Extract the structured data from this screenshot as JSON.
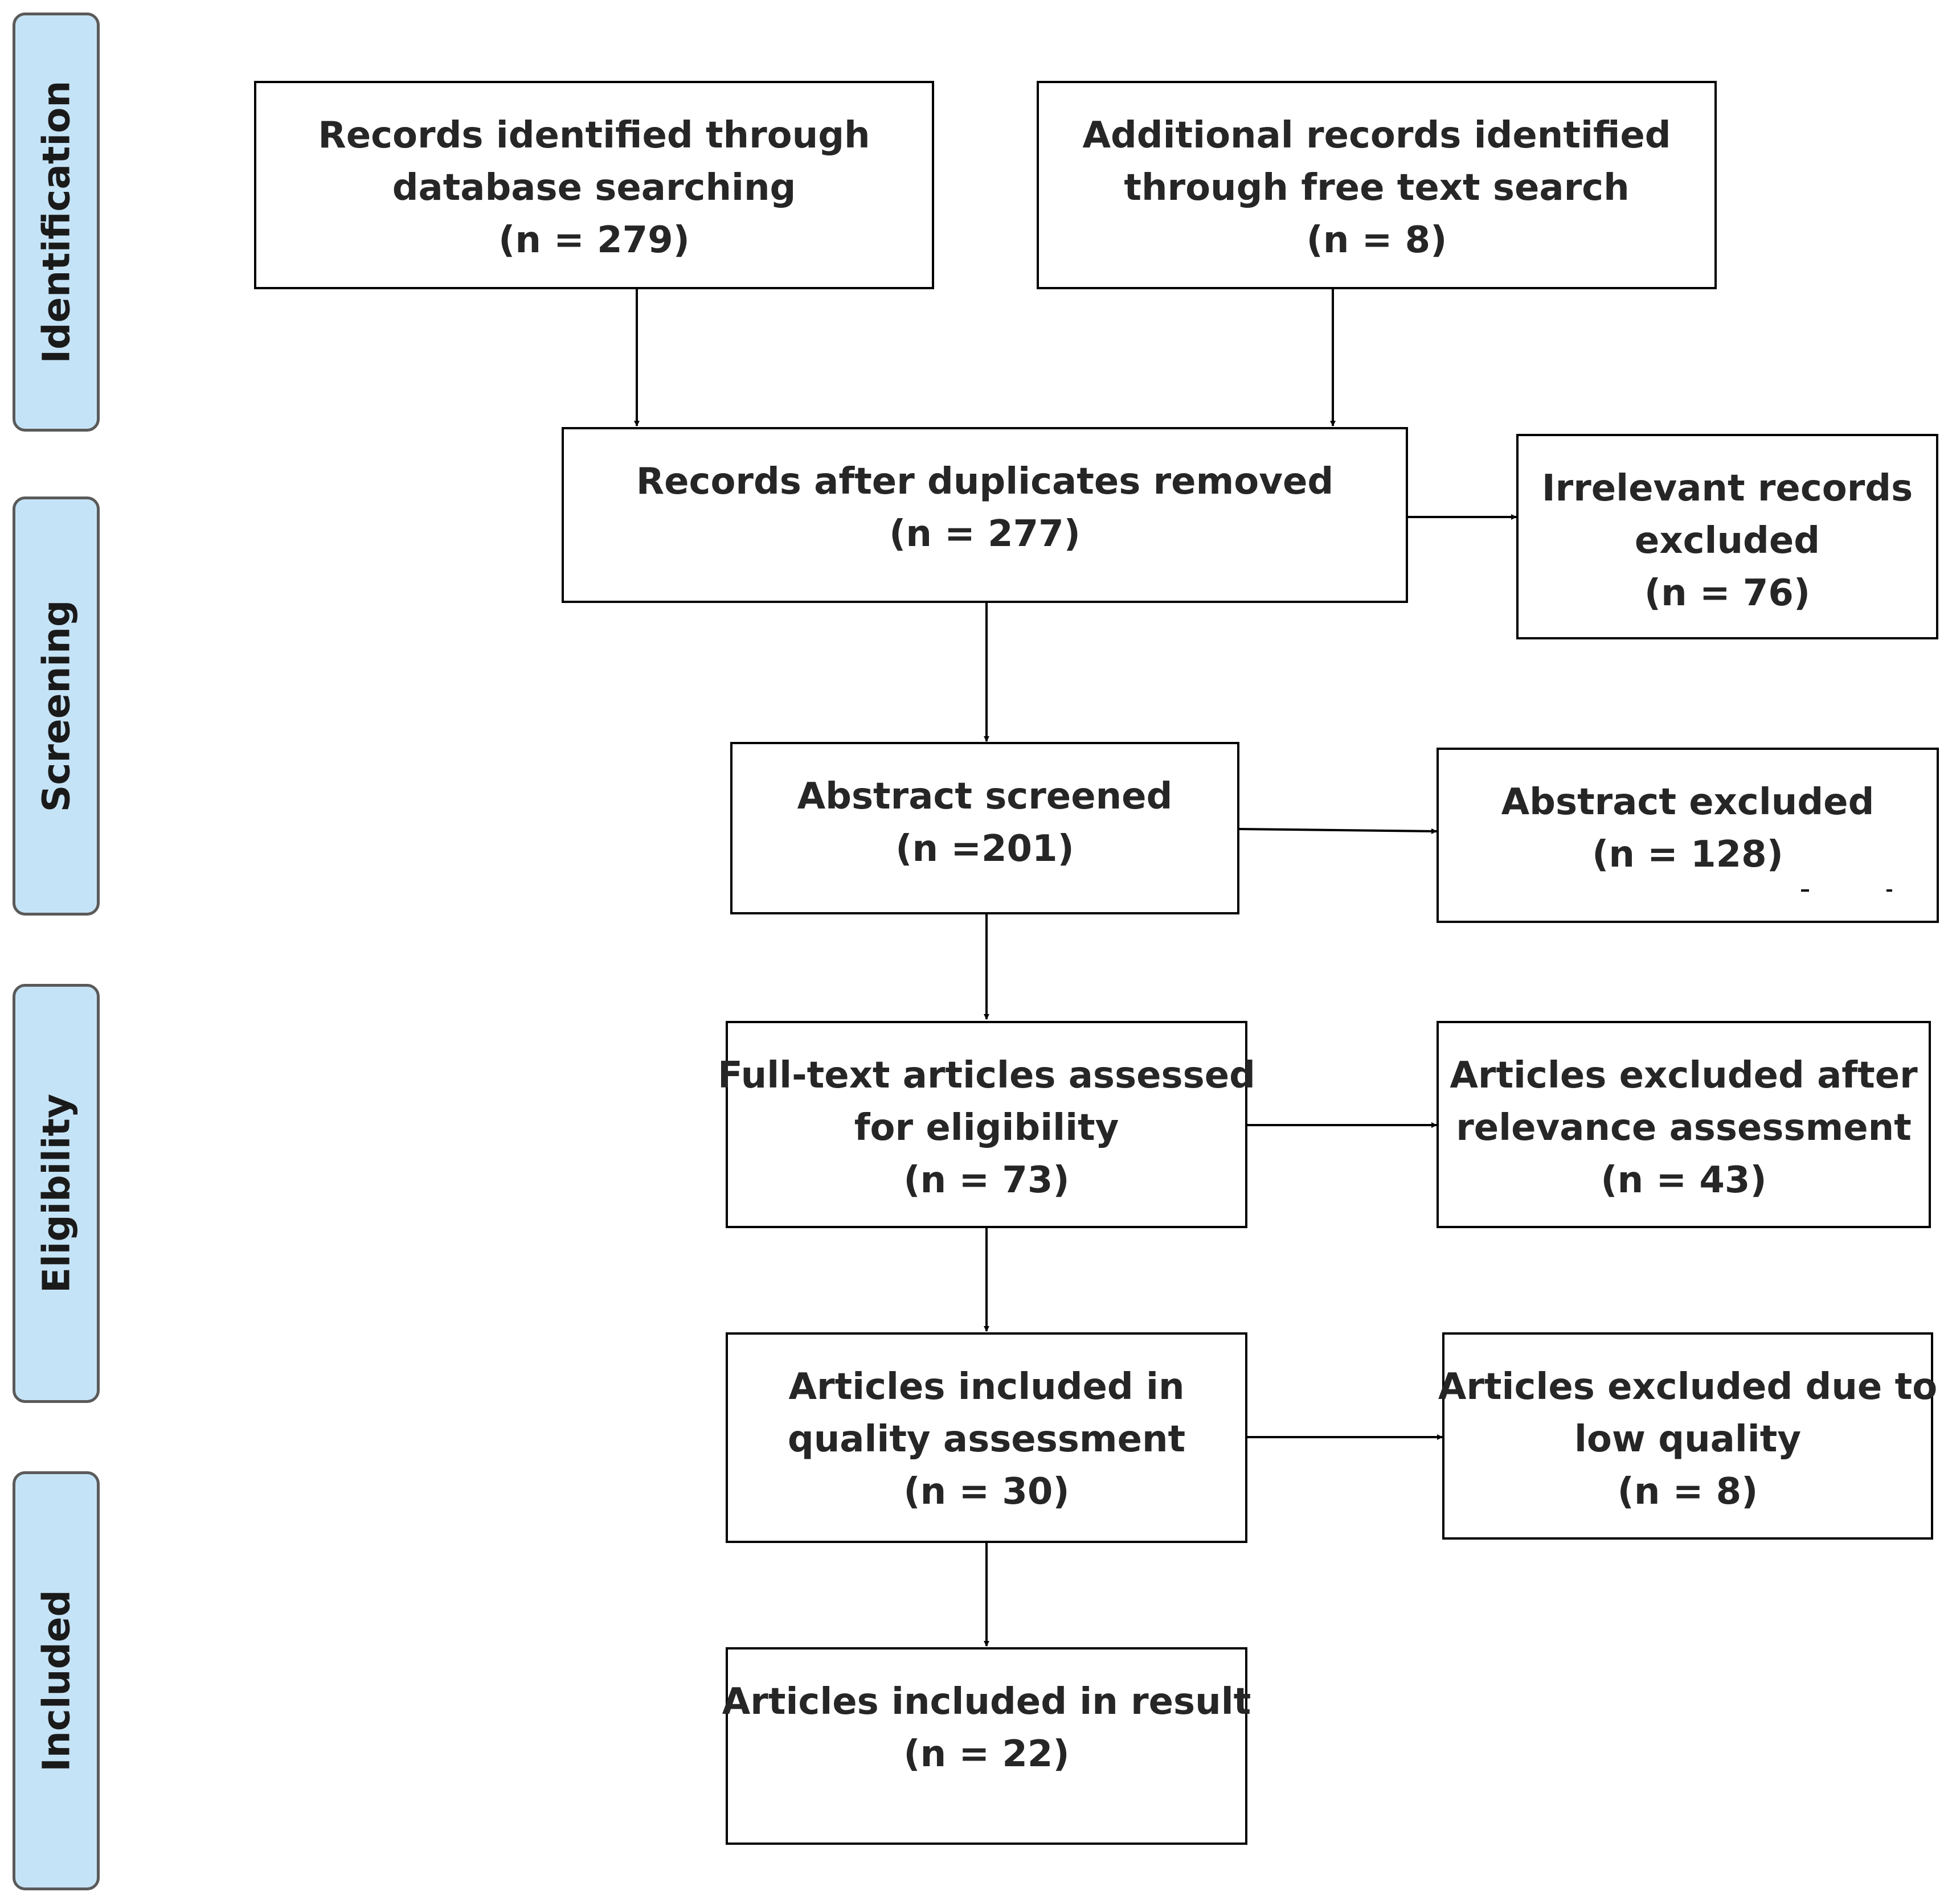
{
  "phases": {
    "identification": "Identification",
    "screening": "Screening",
    "eligibility": "Eligibility",
    "included": "Included"
  },
  "boxes": {
    "database_search": {
      "line1": "Records identified through",
      "line2": "database searching",
      "count": "(n = 279)"
    },
    "additional_records": {
      "line1": "Additional records identified",
      "line2": "through free text search",
      "count": "(n = 8)"
    },
    "after_duplicates": {
      "line1": "Records after duplicates removed",
      "count": "(n = 277)"
    },
    "irrelevant_excluded": {
      "line1": "Irrelevant records",
      "line2": "excluded",
      "count": "(n = 76)"
    },
    "abstract_screened": {
      "line1": "Abstract screened",
      "count": "(n =201)"
    },
    "abstract_excluded": {
      "line1": "Abstract excluded",
      "count": "(n = 128)"
    },
    "fulltext_assessed": {
      "line1": "Full-text articles assessed",
      "line2": "for eligibility",
      "count": "(n = 73)"
    },
    "excluded_relevance": {
      "line1": "Articles excluded after",
      "line2": "relevance assessment",
      "count": "(n = 43)"
    },
    "quality_assessment": {
      "line1": "Articles included in",
      "line2": "quality assessment",
      "count": "(n = 30)"
    },
    "excluded_quality": {
      "line1": "Articles excluded due to",
      "line2": "low quality",
      "count": "(n = 8)"
    },
    "included_result": {
      "line1": "Articles included in result",
      "count": "(n = 22)"
    }
  }
}
